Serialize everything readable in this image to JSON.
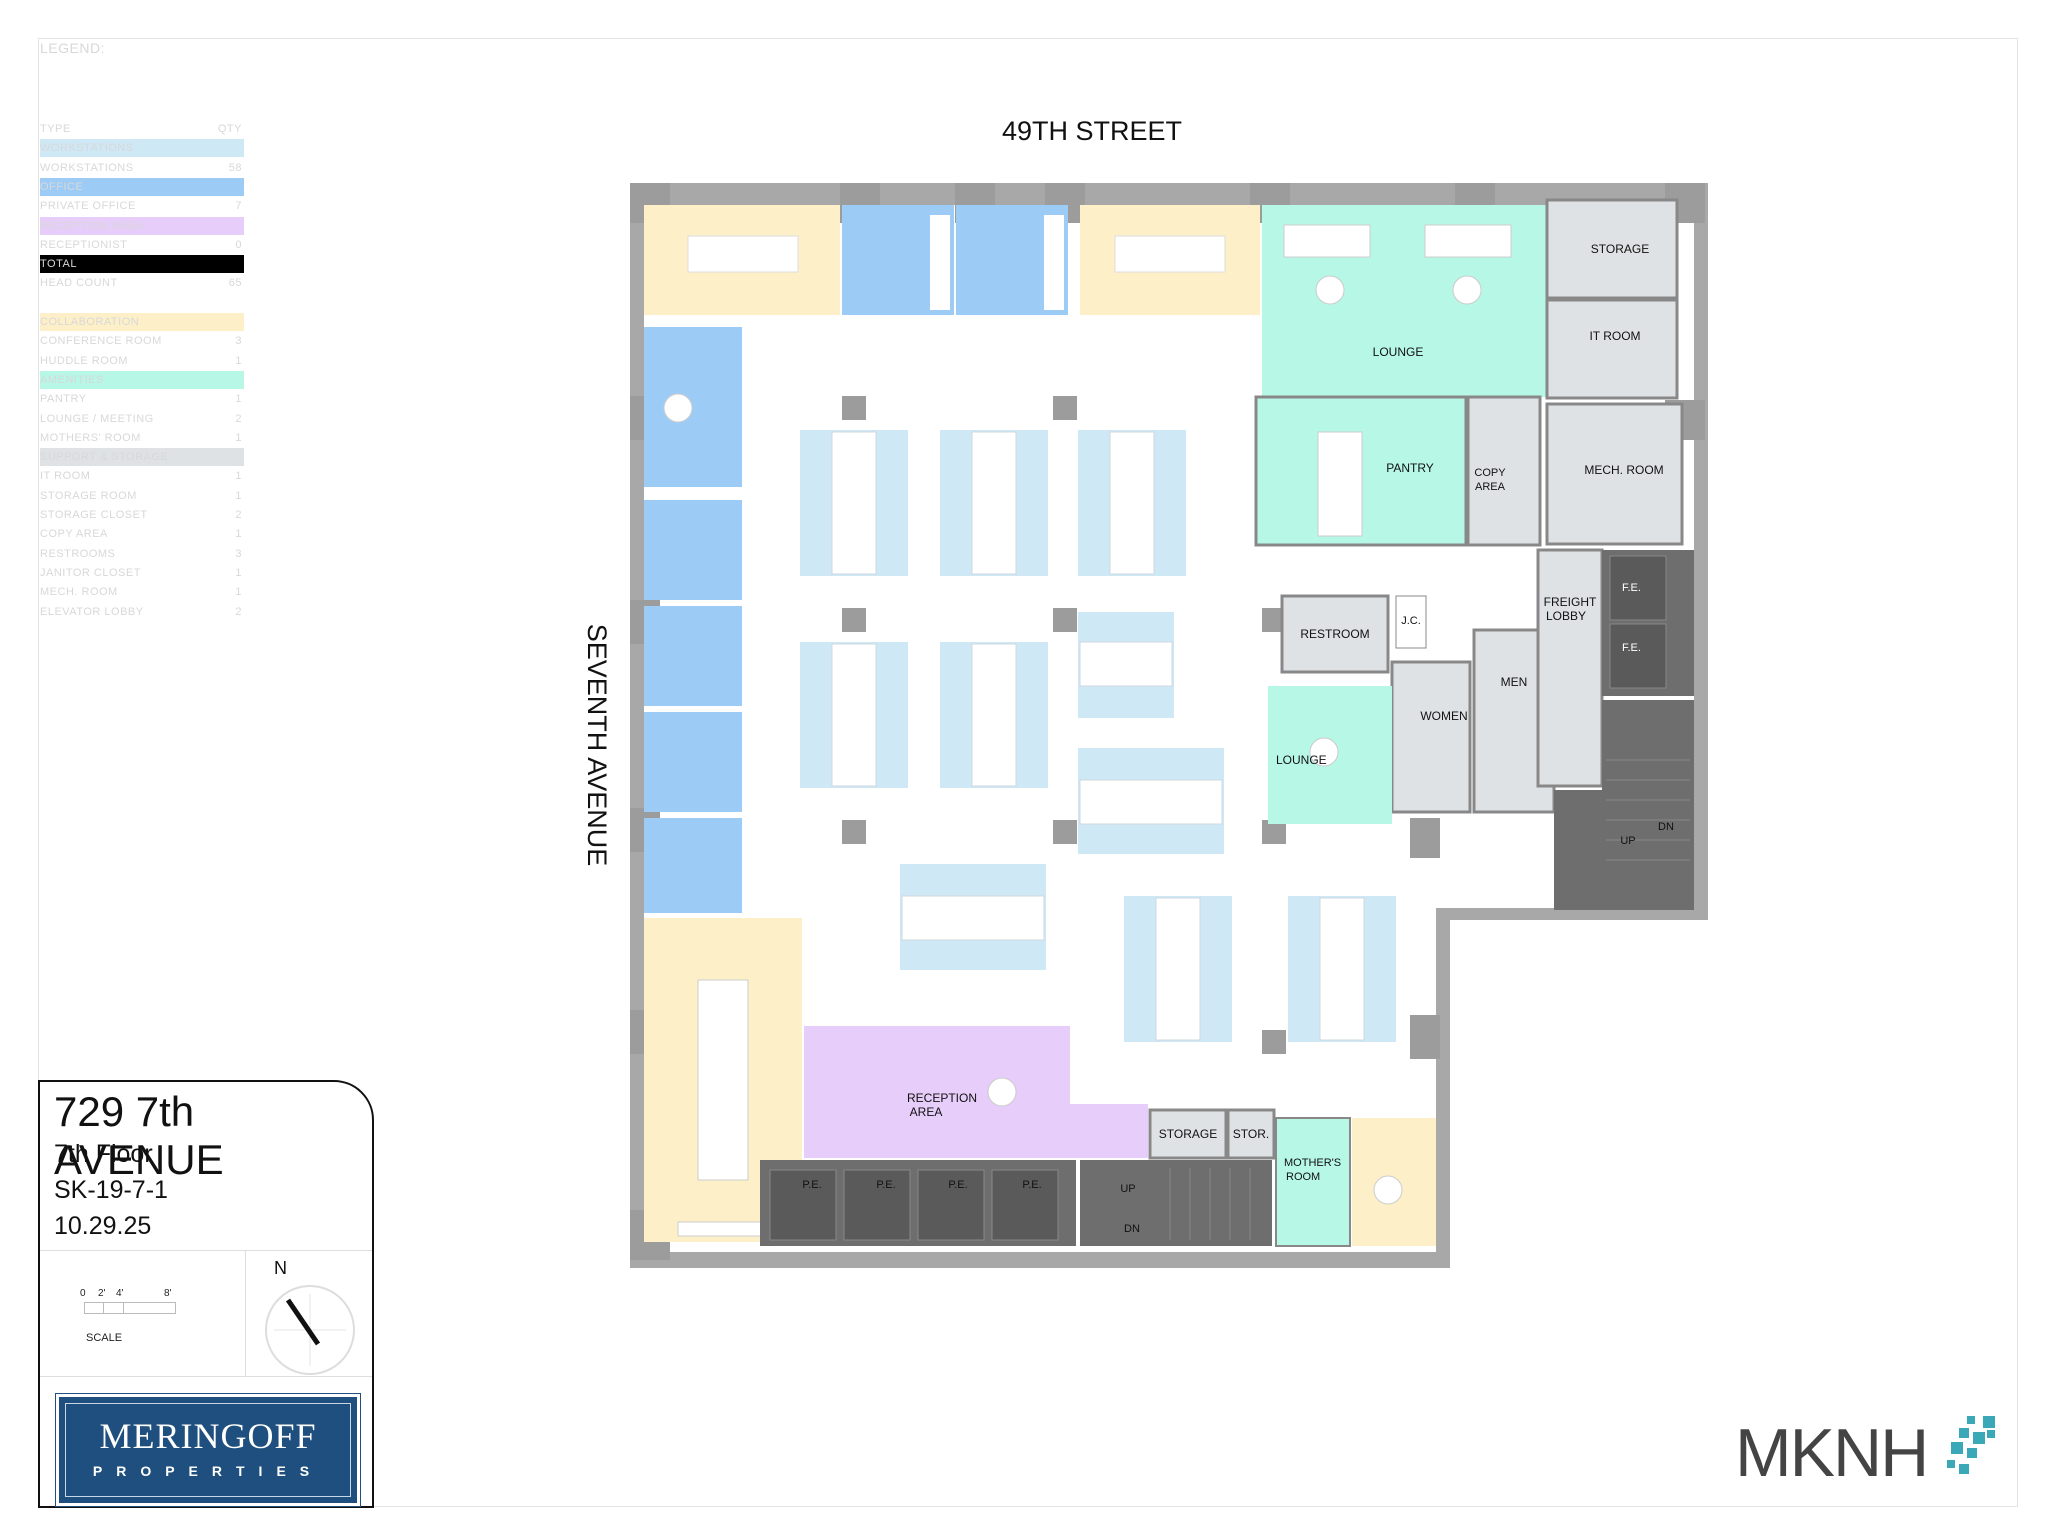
{
  "legend": {
    "header": "LEGEND:",
    "rows": [
      {
        "name": "TYPE",
        "qty": "QTY",
        "color": ""
      },
      {
        "name": "WORKSTATIONS",
        "qty": "",
        "color": "#cfe8f5"
      },
      {
        "name": "WORKSTATIONS",
        "qty": "58",
        "color": ""
      },
      {
        "name": "OFFICE",
        "qty": "",
        "color": "#9cccf5"
      },
      {
        "name": "PRIVATE OFFICE",
        "qty": "7",
        "color": ""
      },
      {
        "name": "RECEPTION AREA",
        "qty": "",
        "color": "#e7cdfa"
      },
      {
        "name": "RECEPTIONIST",
        "qty": "0",
        "color": ""
      },
      {
        "name": "TOTAL",
        "qty": "",
        "color": "#000000"
      },
      {
        "name": "HEAD COUNT",
        "qty": "65",
        "color": ""
      },
      {
        "name": "",
        "qty": "",
        "color": ""
      },
      {
        "name": "COLLABORATION",
        "qty": "",
        "color": "#fdf0c8"
      },
      {
        "name": "CONFERENCE ROOM",
        "qty": "3",
        "color": ""
      },
      {
        "name": "HUDDLE ROOM",
        "qty": "1",
        "color": ""
      },
      {
        "name": "AMENITIES",
        "qty": "",
        "color": "#b7f7e6"
      },
      {
        "name": "PANTRY",
        "qty": "1",
        "color": ""
      },
      {
        "name": "LOUNGE / MEETING",
        "qty": "2",
        "color": ""
      },
      {
        "name": "MOTHERS' ROOM",
        "qty": "1",
        "color": ""
      },
      {
        "name": "SUPPORT & STORAGE",
        "qty": "",
        "color": "#dfe2e4"
      },
      {
        "name": "IT ROOM",
        "qty": "1",
        "color": ""
      },
      {
        "name": "STORAGE ROOM",
        "qty": "1",
        "color": ""
      },
      {
        "name": "STORAGE CLOSET",
        "qty": "2",
        "color": ""
      },
      {
        "name": "COPY AREA",
        "qty": "1",
        "color": ""
      },
      {
        "name": "RESTROOMS",
        "qty": "3",
        "color": ""
      },
      {
        "name": "JANITOR CLOSET",
        "qty": "1",
        "color": ""
      },
      {
        "name": "MECH. ROOM",
        "qty": "1",
        "color": ""
      },
      {
        "name": "ELEVATOR LOBBY",
        "qty": "2",
        "color": ""
      }
    ]
  },
  "streets": {
    "north": "49TH STREET",
    "west": "SEVENTH AVENUE"
  },
  "rooms": {
    "storage": "STORAGE",
    "it_room": "IT ROOM",
    "lounge_north": "LOUNGE",
    "pantry": "PANTRY",
    "copy_area": "COPY AREA",
    "mech_room": "MECH. ROOM",
    "freight_lobby": "FREIGHT LOBBY",
    "fe_1": "F.E.",
    "fe_2": "F.E.",
    "restroom": "RESTROOM",
    "jc": "J.C.",
    "men": "MEN",
    "women": "WOMEN",
    "lounge_center": "LOUNGE",
    "stair_east_up": "UP",
    "stair_east_dn": "DN",
    "reception": "RECEPTION AREA",
    "storage_south": "STORAGE",
    "stor_south": "STOR.",
    "mothers_room": "MOTHER'S ROOM",
    "pe_1": "P.E.",
    "pe_2": "P.E.",
    "pe_3": "P.E.",
    "pe_4": "P.E.",
    "stair_south_up": "UP",
    "stair_south_dn": "DN"
  },
  "colors": {
    "workstation": "#cfe8f5",
    "office": "#9cccf5",
    "reception": "#e7cdfa",
    "collaboration": "#fdf0c8",
    "amenities": "#b7f7e6",
    "support": "#dfe2e4",
    "core": "#6e6e6e",
    "wall": "#a2a2a2"
  },
  "title_block": {
    "address": "729 7th AVENUE",
    "floor": "7th Floor",
    "sheet": "SK-19-7-1",
    "date": "10.29.25",
    "scale_ticks": [
      "0",
      "2'",
      "4'",
      "8'"
    ],
    "scale_label": "SCALE",
    "north_label": "N"
  },
  "logo": {
    "name": "MERINGOFF",
    "sub": "PROPERTIES"
  },
  "brand": {
    "mark": "MKNH"
  }
}
